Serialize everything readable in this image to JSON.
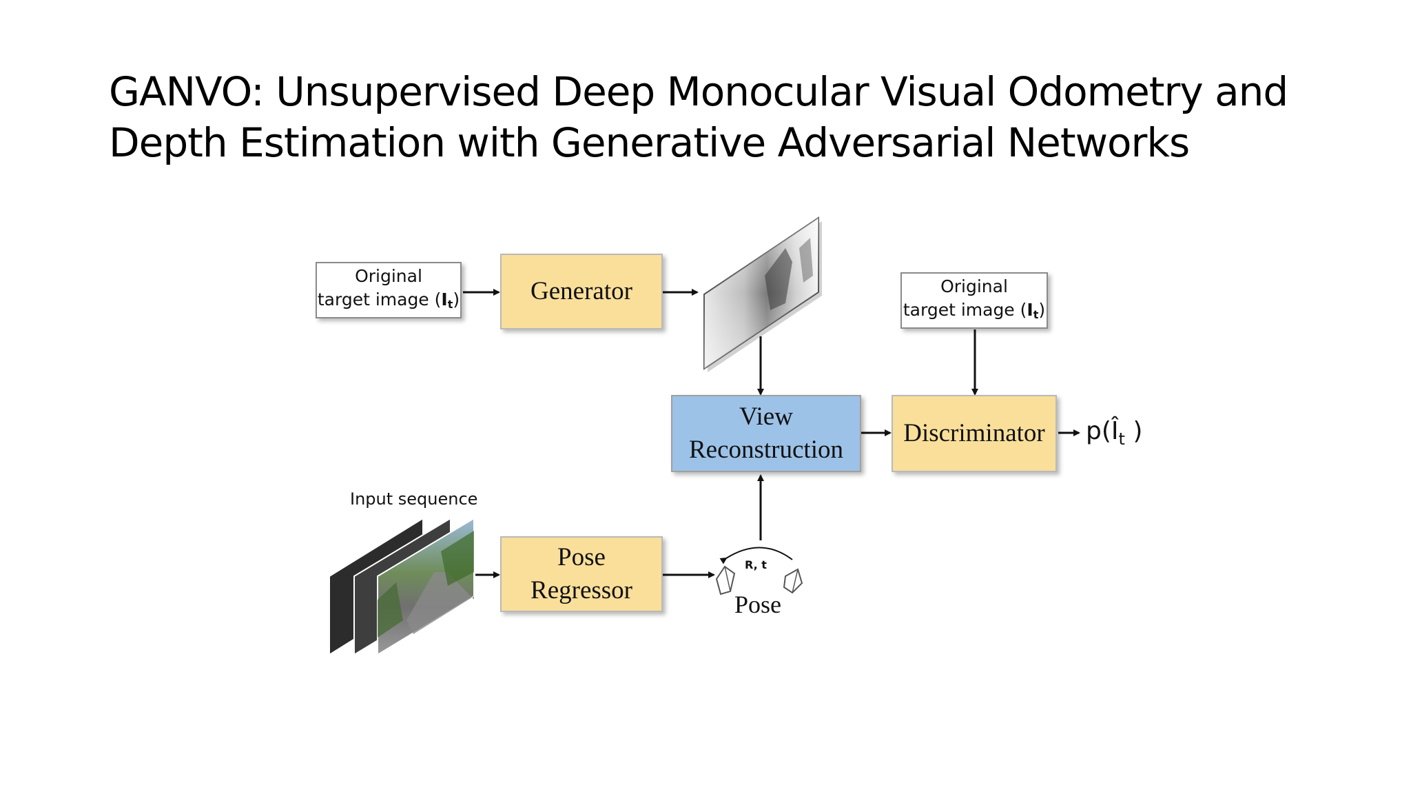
{
  "slide": {
    "title_line1": "GANVO: Unsupervised Deep Monocular Visual Odometry and",
    "title_line2": "Depth Estimation with Generative Adversarial Networks"
  },
  "diagram": {
    "input_left": {
      "line1": "Original",
      "line2_prefix": "target image (",
      "symbol": "I",
      "subscript": "t",
      "line2_suffix": ")"
    },
    "input_right": {
      "line1": "Original",
      "line2_prefix": "target image (",
      "symbol": "I",
      "subscript": "t",
      "line2_suffix": ")"
    },
    "generator": "Generator",
    "view_reconstruction": {
      "line1": "View",
      "line2": "Reconstruction"
    },
    "discriminator": "Discriminator",
    "output_prefix": "p(",
    "output_symbol": "Î",
    "output_subscript": "t",
    "output_suffix": " )",
    "input_sequence_label": "Input sequence",
    "pose_regressor": {
      "line1": "Pose",
      "line2": "Regressor"
    },
    "pose_rt": "R, t",
    "pose_label": "Pose"
  },
  "colors": {
    "yellow_box": "#f9df9a",
    "blue_box": "#9cc2e8"
  }
}
